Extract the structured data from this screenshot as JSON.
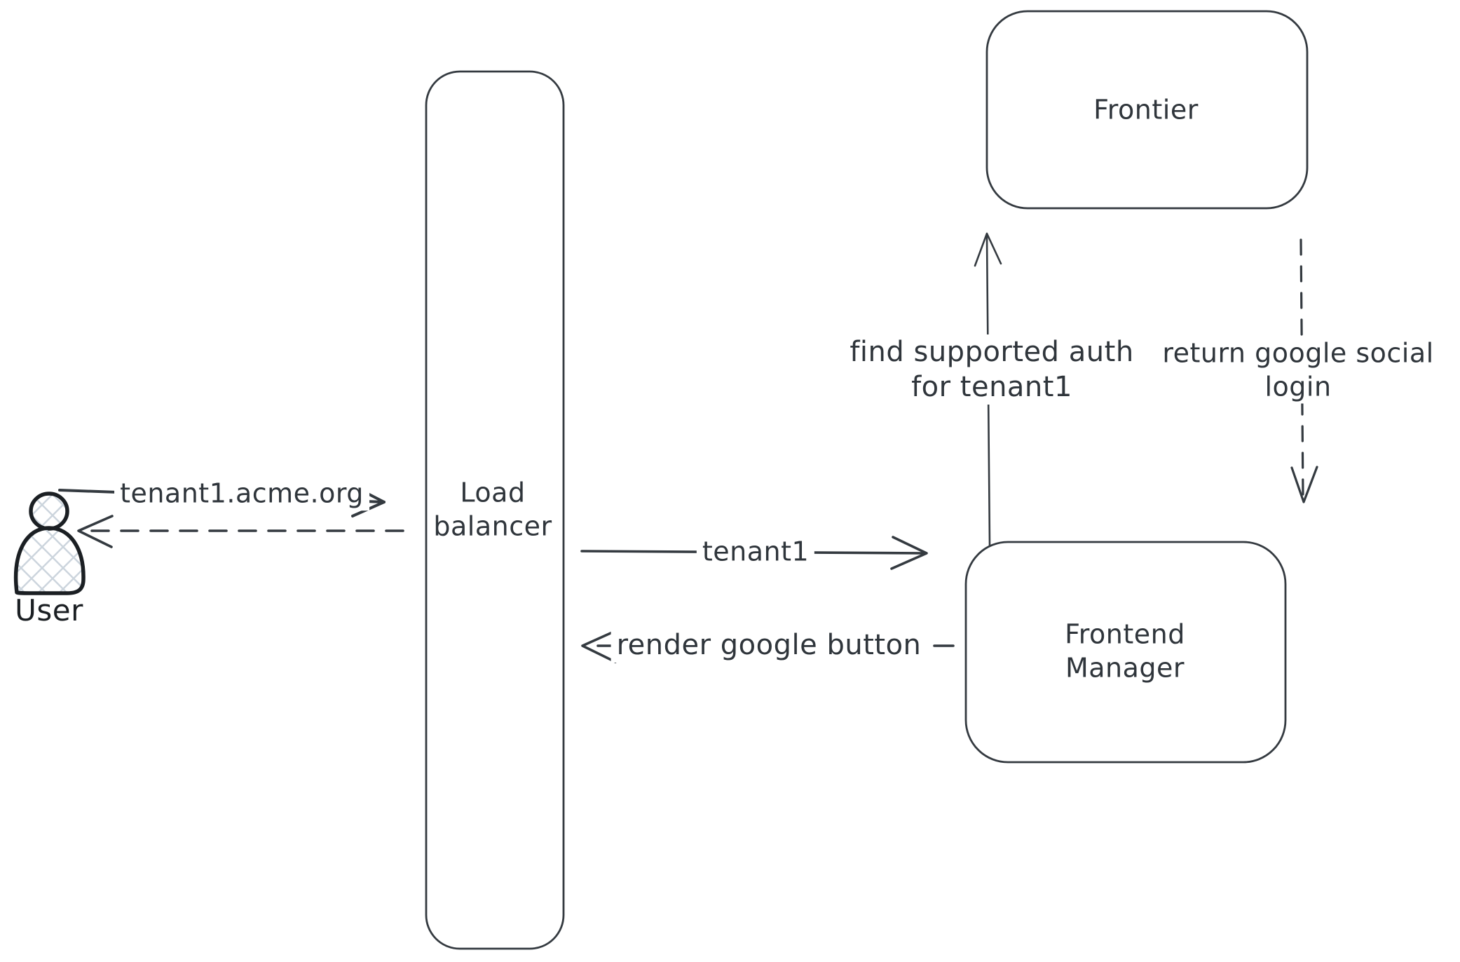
{
  "colors": {
    "background": "#ffffff",
    "stroke": "#343a40",
    "text": "#2f353b",
    "hatch_fill": "#ccd5dd"
  },
  "nodes": {
    "user": {
      "label": "User"
    },
    "load_balancer": {
      "line1": "Load",
      "line2": "balancer"
    },
    "frontier": {
      "label": "Frontier"
    },
    "frontend_manager": {
      "line1": "Frontend",
      "line2": "Manager"
    }
  },
  "edges": {
    "request_domain": {
      "label": "tenant1.acme.org",
      "style": "solid",
      "from": "user",
      "to": "load_balancer"
    },
    "response_to_user": {
      "label": "",
      "style": "dashed",
      "from": "load_balancer",
      "to": "user"
    },
    "tenant1": {
      "label": "tenant1",
      "style": "solid",
      "from": "load_balancer",
      "to": "frontend_manager"
    },
    "render_google_button": {
      "label": "render google button",
      "style": "dashed",
      "from": "frontend_manager",
      "to": "load_balancer"
    },
    "find_auth": {
      "line1": "find supported auth",
      "line2": "for tenant1",
      "style": "solid",
      "from": "frontend_manager",
      "to": "frontier"
    },
    "return_social": {
      "line1": "return google social",
      "line2": "login",
      "style": "dashed",
      "from": "frontier",
      "to": "frontend_manager"
    }
  }
}
